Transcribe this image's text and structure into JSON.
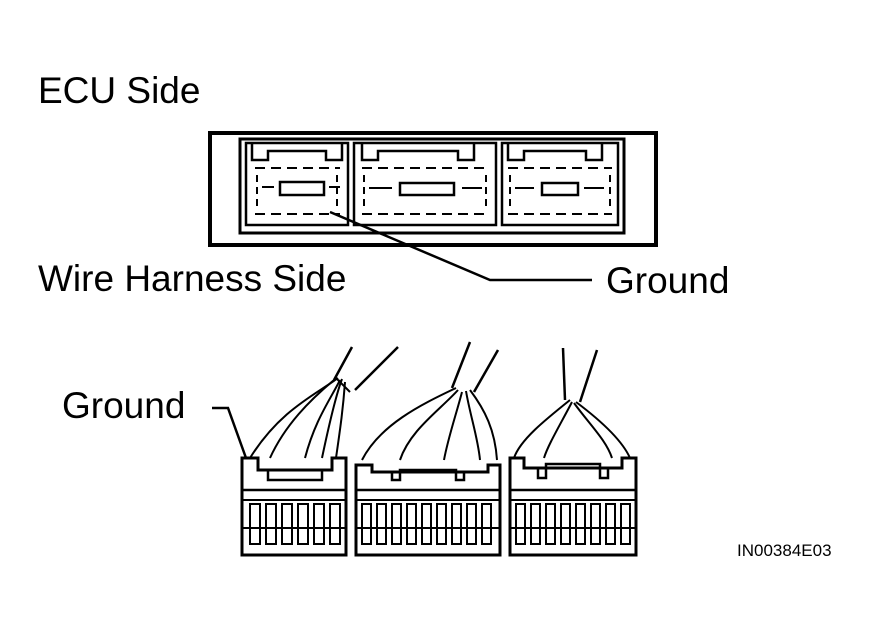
{
  "labels": {
    "ecu_side": "ECU Side",
    "wire_harness_side": "Wire Harness Side",
    "ground_top": "Ground",
    "ground_bottom": "Ground",
    "figure_code": "IN00384E03"
  },
  "colors": {
    "ink": "#000000",
    "background": "#ffffff"
  },
  "content": {
    "ecu_connector_sections": 3,
    "harness_connectors": 3
  }
}
